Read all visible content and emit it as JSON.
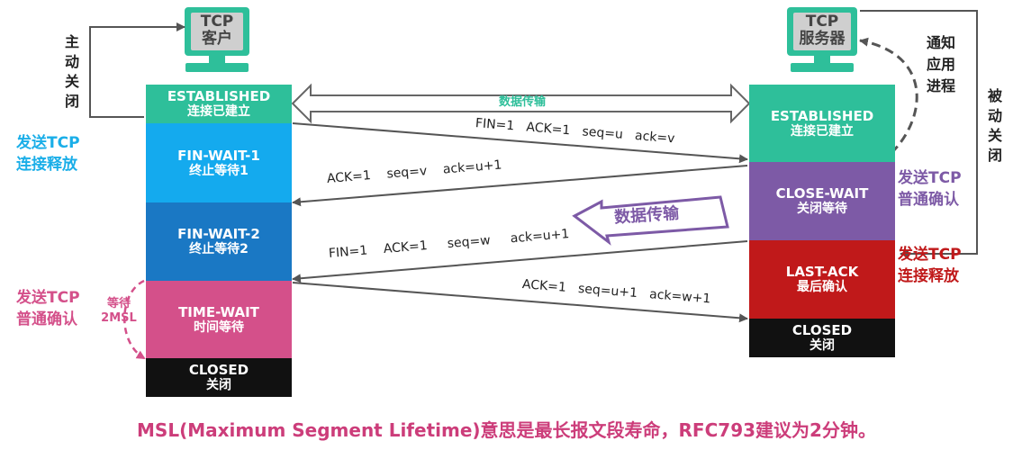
{
  "client": {
    "label_line1": "TCP",
    "label_line2": "客户",
    "states": [
      {
        "en": "ESTABLISHED",
        "zh": "连接已建立",
        "color": "#2ebf9a"
      },
      {
        "en": "FIN-WAIT-1",
        "zh": "终止等待1",
        "color": "#14aaee"
      },
      {
        "en": "FIN-WAIT-2",
        "zh": "终止等待2",
        "color": "#1a78c4"
      },
      {
        "en": "TIME-WAIT",
        "zh": "时间等待",
        "color": "#d4508a"
      },
      {
        "en": "CLOSED",
        "zh": "关闭",
        "color": "#111111"
      }
    ],
    "active_close": "主动关闭",
    "send_fin_label": "发送TCP\n连接释放",
    "send_ack_label": "发送TCP\n普通确认",
    "wait_label_line1": "等待",
    "wait_label_line2": "2MSL"
  },
  "server": {
    "label_line1": "TCP",
    "label_line2": "服务器",
    "states": [
      {
        "en": "ESTABLISHED",
        "zh": "连接已建立",
        "color": "#2ebf9a"
      },
      {
        "en": "CLOSE-WAIT",
        "zh": "关闭等待",
        "color": "#7d5aa6"
      },
      {
        "en": "LAST-ACK",
        "zh": "最后确认",
        "color": "#c0191a"
      },
      {
        "en": "CLOSED",
        "zh": "关闭",
        "color": "#111111"
      }
    ],
    "notify_app": "通知应用进程",
    "passive_close": "被动关闭",
    "send_ack_label": "发送TCP\n普通确认",
    "send_fin_label": "发送TCP\n连接释放"
  },
  "data_transfer_top": "数据传输",
  "data_transfer_mid": "数据传输",
  "messages": [
    "FIN=1   ACK=1   seq=u   ack=v",
    "ACK=1    seq=v    ack=u+1",
    "FIN=1    ACK=1     seq=w     ack=u+1",
    "ACK=1   seq=u+1   ack=w+1"
  ],
  "footer": "MSL(Maximum Segment Lifetime)意思是最长报文段寿命，RFC793建议为2分钟。",
  "colors": {
    "established": "#2ebf9a",
    "fin_wait_1": "#14aaee",
    "fin_wait_2": "#1a78c4",
    "time_wait": "#d4508a",
    "close_wait": "#7d5aa6",
    "last_ack": "#c0191a",
    "closed": "#111111",
    "monitor": "#2ebf9a",
    "client_side_text": "#1aaee8",
    "server_ack_text": "#7d5aa6",
    "server_fin_text": "#c0191a",
    "footer_text": "#cc3d7a"
  }
}
